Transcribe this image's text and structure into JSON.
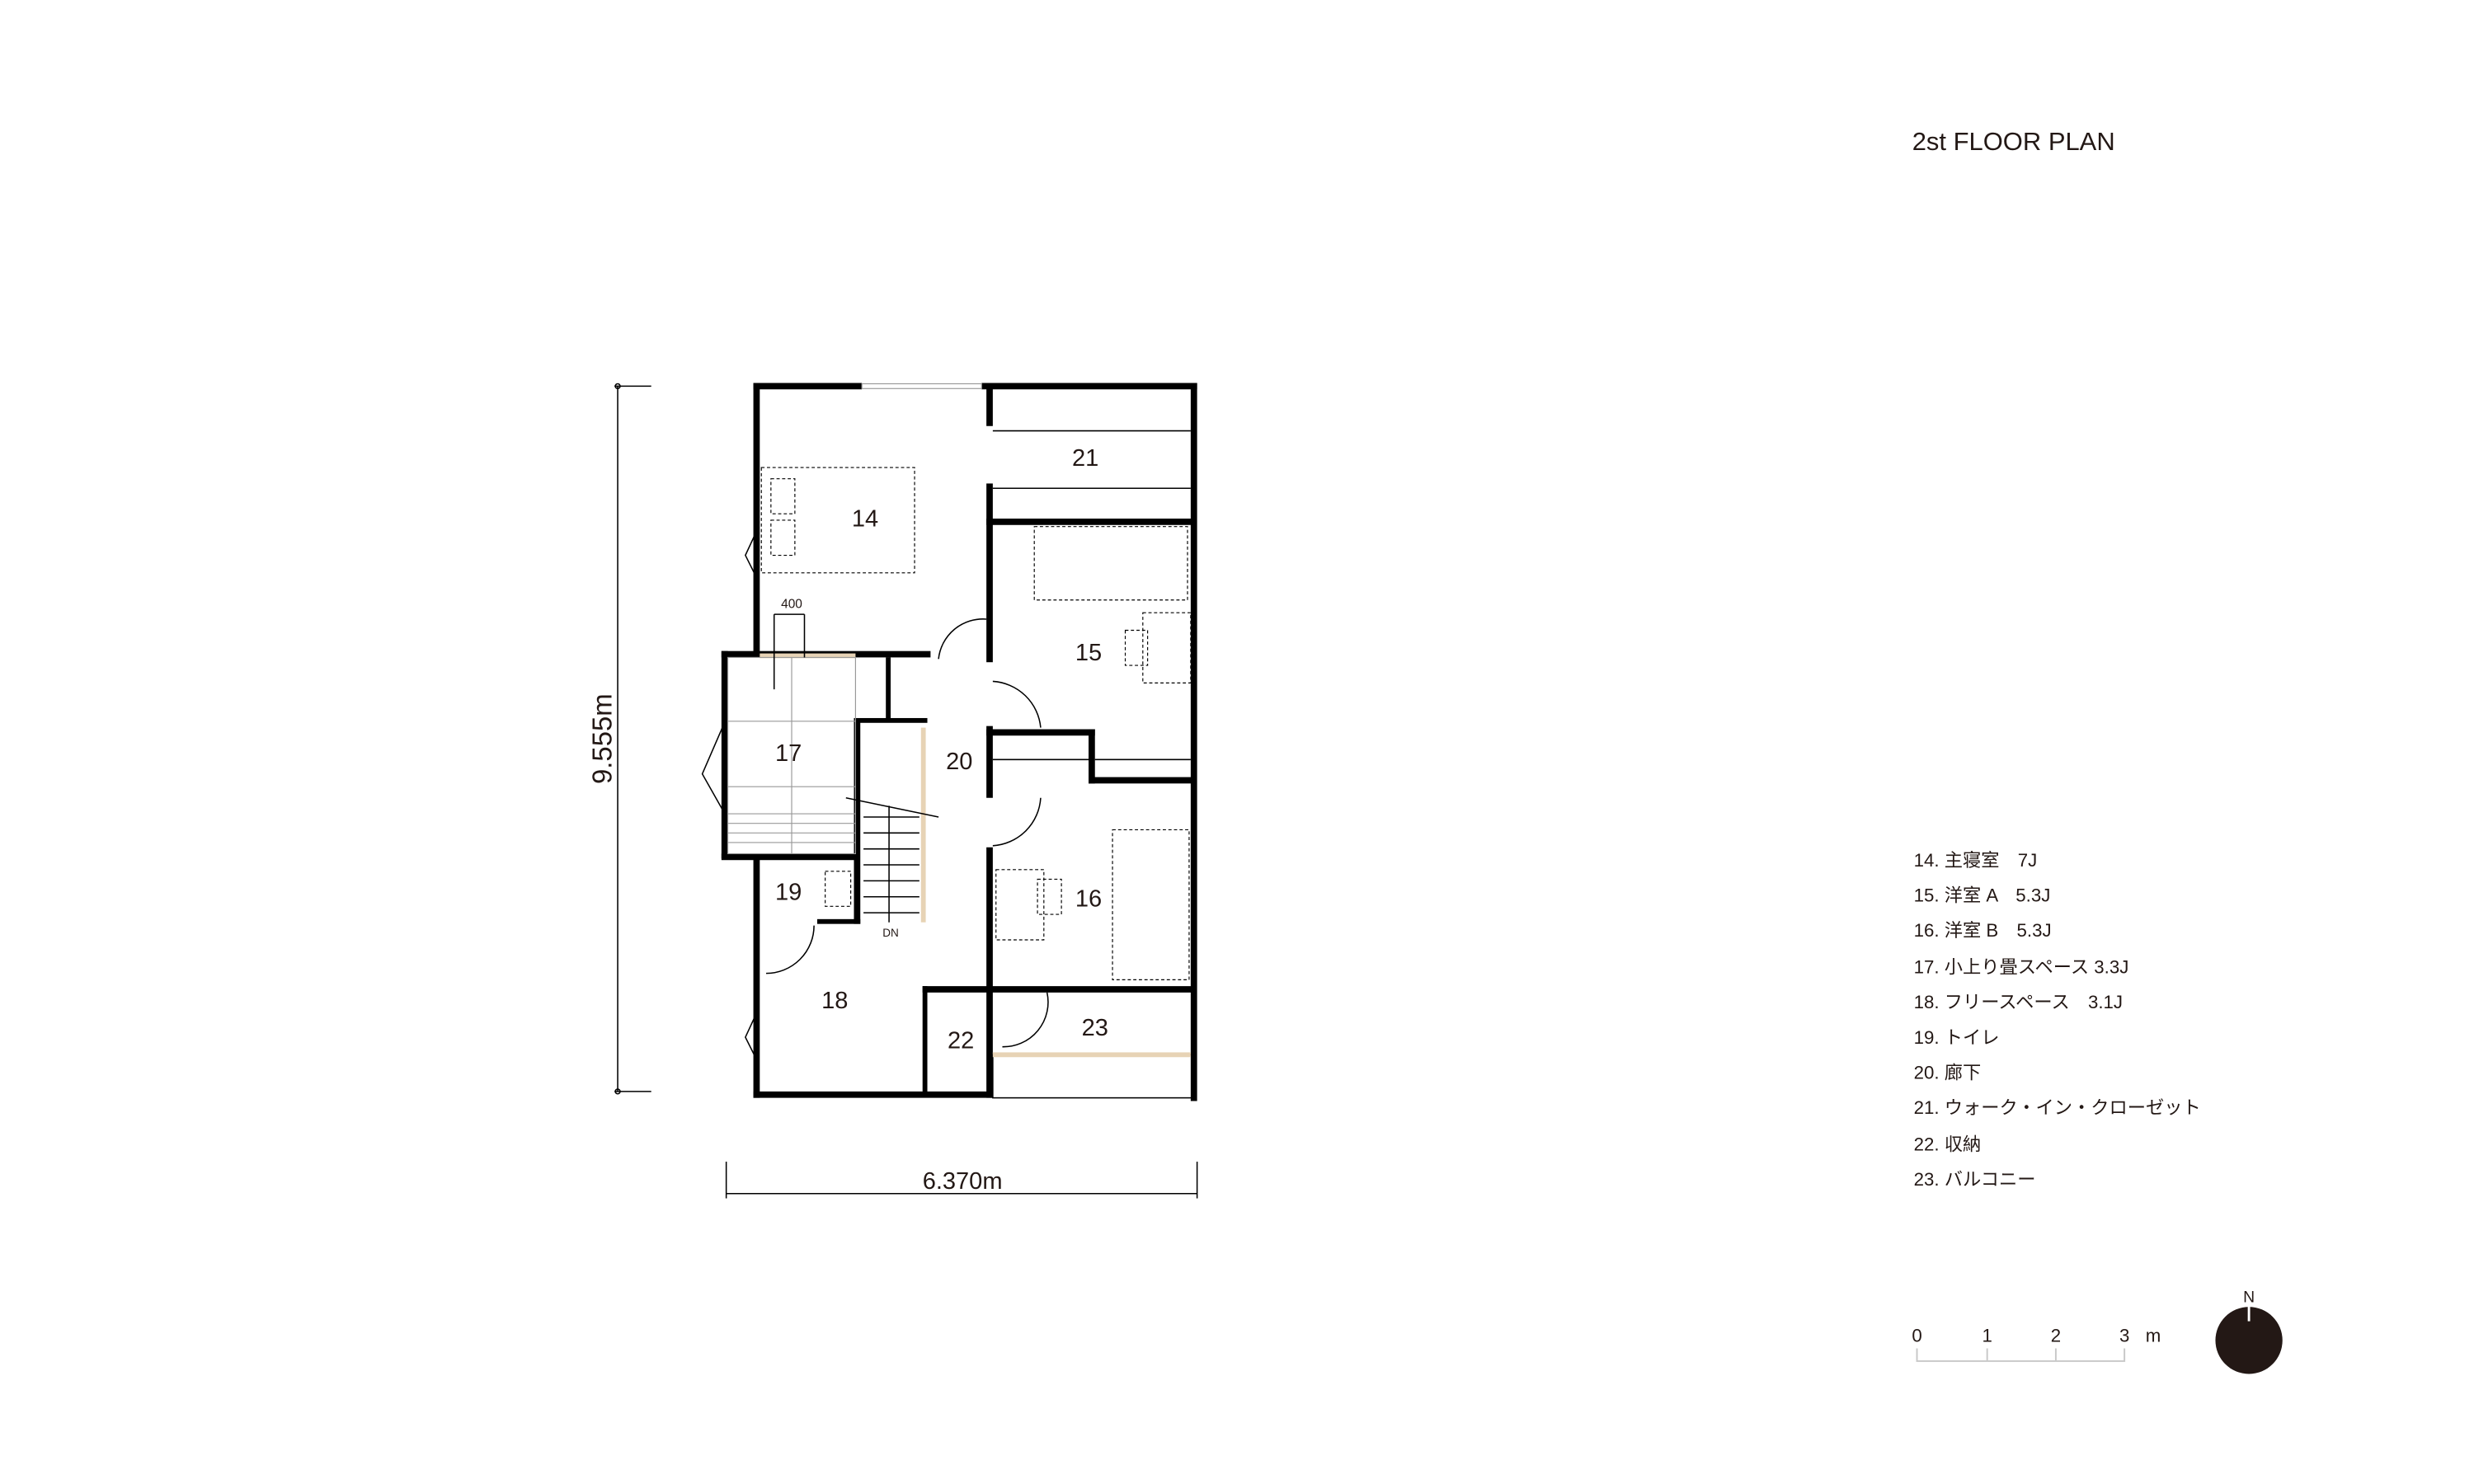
{
  "title": "2st  FLOOR PLAN",
  "dimensions": {
    "height": "9.555m",
    "width": "6.370m",
    "detail": "400"
  },
  "stair_label": "DN",
  "rooms": {
    "r14": "14",
    "r15": "15",
    "r16": "16",
    "r17": "17",
    "r18": "18",
    "r19": "19",
    "r20": "20",
    "r21": "21",
    "r22": "22",
    "r23": "23"
  },
  "legend": [
    "14. 主寝室　7J",
    "15. 洋室 A　5.3J",
    "16. 洋室 B　5.3J",
    "17. 小上り畳スペース 3.3J",
    "18. フリースペース　3.1J",
    "19. トイレ",
    "20. 廊下",
    "21. ウォーク・イン・クローゼット",
    "22. 収納",
    "23. バルコニー"
  ],
  "scale_bar": {
    "ticks": [
      "0",
      "1",
      "2",
      "3"
    ],
    "unit": "m"
  },
  "compass": {
    "label": "N",
    "color": "#231815"
  },
  "colors": {
    "wall": "#000000",
    "wood": "#e7d3b5",
    "scale": "#c8c8c8"
  }
}
